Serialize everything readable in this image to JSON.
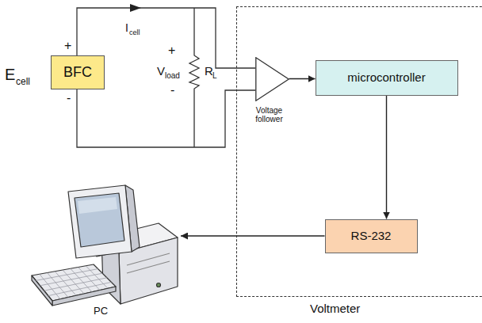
{
  "diagram": {
    "nodes": [
      {
        "text": [
          "BFC"
        ]
      },
      {
        "text": [
          "Voltmeter"
        ]
      },
      {
        "text": [
          "Voltage follower"
        ],
        "in": 1
      },
      {
        "text": [
          "microcontroller"
        ],
        "in": 1
      },
      {
        "text": [
          "RS-232"
        ],
        "in": 1
      },
      {
        "text": [
          "PC"
        ]
      }
    ],
    "edges": [
      {
        "from": 2,
        "to": 3,
        "arrow": "to"
      },
      {
        "from": 3,
        "to": 4,
        "arrow": "to"
      },
      {
        "from": 4,
        "to": 5,
        "arrow": "to"
      }
    ],
    "labels": [
      "E",
      "cell",
      "+",
      "-",
      "I",
      "cell",
      "+",
      "V",
      "load",
      "-",
      "R",
      "L"
    ]
  }
}
